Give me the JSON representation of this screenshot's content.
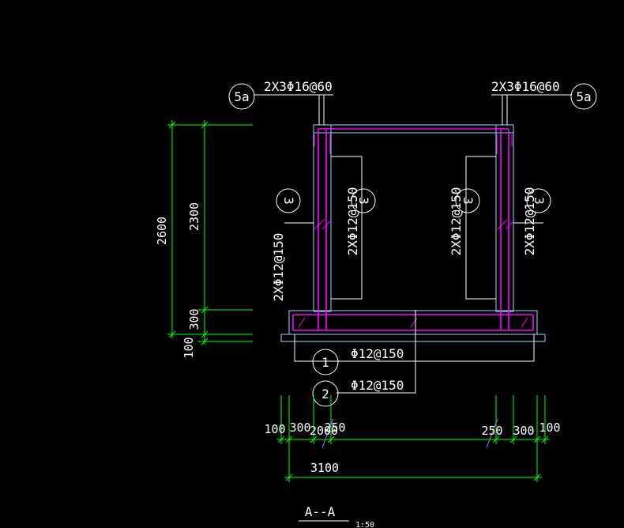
{
  "labels": {
    "top_rebar_left": "2X3Φ16@60",
    "top_rebar_right": "2X3Φ16@60",
    "detail_5a_left": "5a",
    "detail_5a_right": "5a",
    "detail_3_a": "3",
    "detail_3_b": "3",
    "detail_3_c": "3",
    "detail_3_d": "3",
    "wall_rebar_outer_left": "2XΦ12@150",
    "wall_rebar_inner_left": "2XΦ12@150",
    "wall_rebar_inner_right": "2XΦ12@150",
    "wall_rebar_outer_right": "2XΦ12@150",
    "bar_1_num": "1",
    "bar_2_num": "2",
    "bar_1_spec": "Φ12@150",
    "bar_2_spec": "Φ12@150"
  },
  "dimensions": {
    "left_total": "2600",
    "left_upper": "2300",
    "left_mid": "300",
    "left_bottom": "100",
    "bottom_100_left": "100",
    "bottom_300_left": "300",
    "bottom_2000": "2000",
    "bottom_250_left": "250",
    "bottom_250_right": "250",
    "bottom_300_right": "300",
    "bottom_100_right": "100",
    "overall_width": "3100"
  },
  "section": {
    "title": "A--A",
    "scale": "1:50"
  },
  "colors": {
    "background": "#000000",
    "outline": "#ffffff",
    "dimension": "#00ff00",
    "concrete": "#8fd8ff",
    "rebar": "#ff00ff",
    "leader": "#9b7bff"
  }
}
